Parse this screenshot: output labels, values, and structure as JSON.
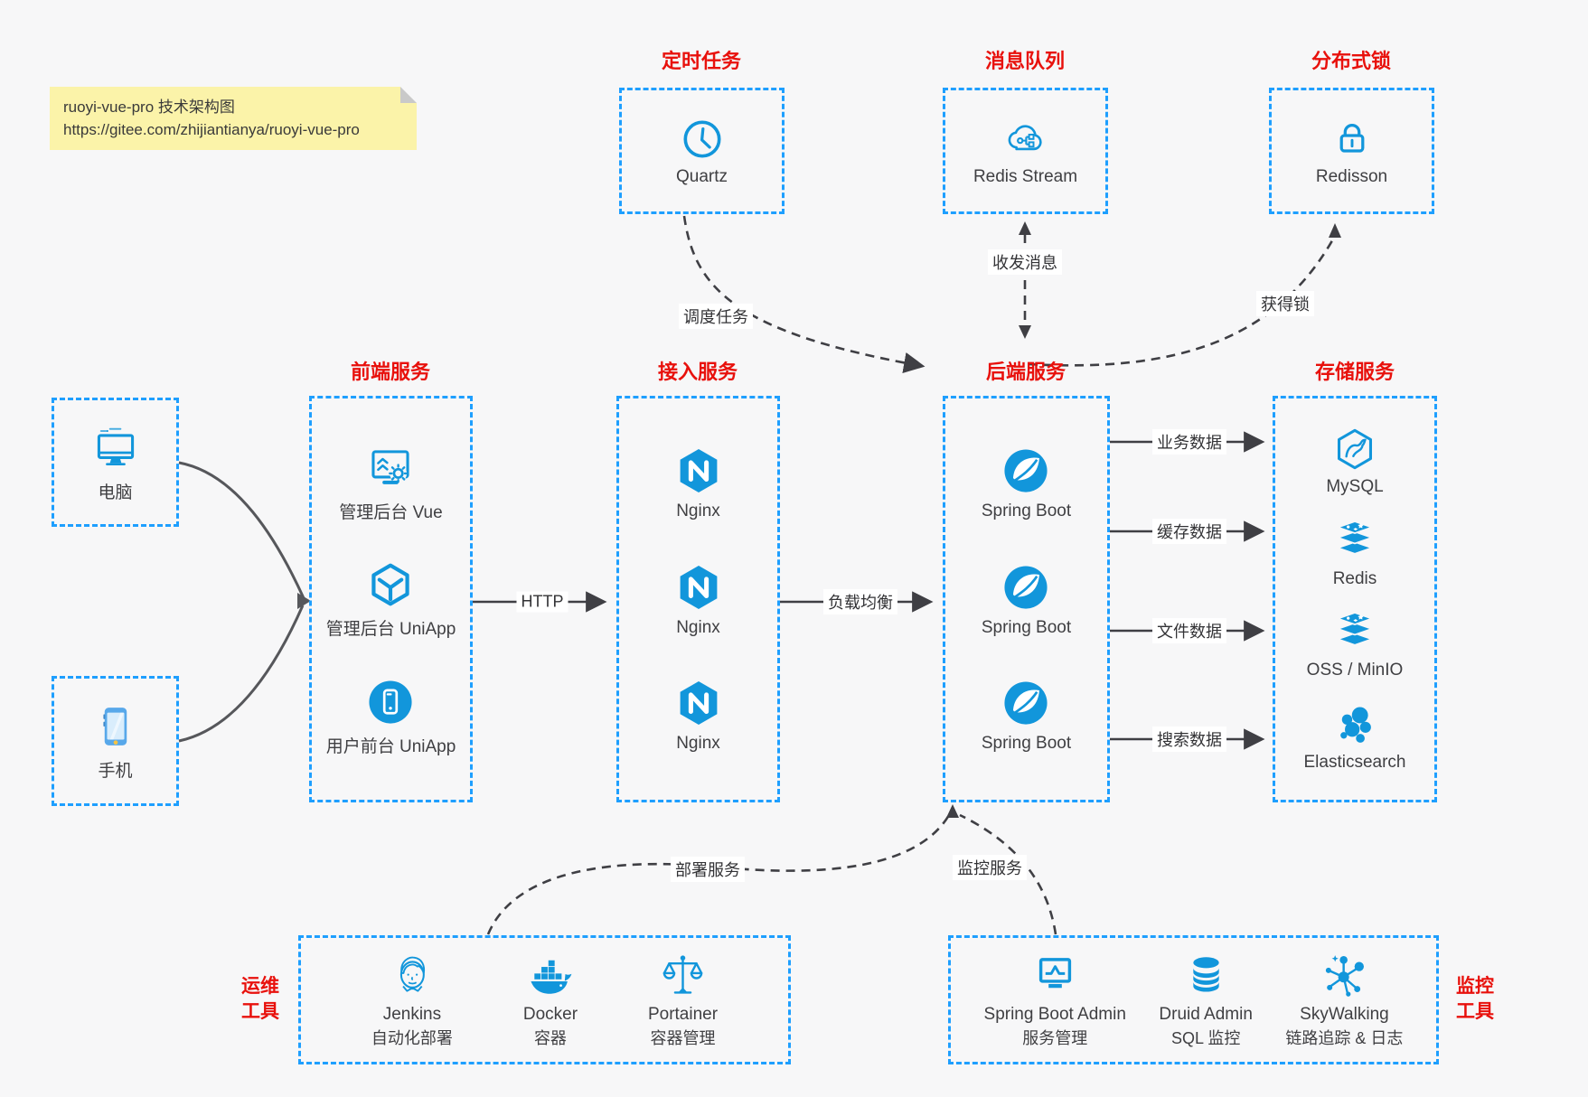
{
  "colors": {
    "background": "#f7f7f8",
    "box_border_blue": "#1e9fff",
    "icon_blue": "#1296db",
    "title_red": "#e8110c",
    "note_yellow": "#fbf3a9",
    "line_dark": "#3f3f44"
  },
  "note": {
    "line1": "ruoyi-vue-pro 技术架构图",
    "line2": "https://gitee.com/zhijiantianya/ruoyi-vue-pro"
  },
  "clients": {
    "computer": {
      "label": "电脑",
      "icon": "computer-icon"
    },
    "phone": {
      "label": "手机",
      "icon": "phone-icon"
    }
  },
  "groups": {
    "scheduler": {
      "title": "定时任务",
      "items": [
        {
          "label": "Quartz",
          "icon": "clock-icon"
        }
      ]
    },
    "mq": {
      "title": "消息队列",
      "items": [
        {
          "label": "Redis Stream",
          "icon": "cloud-stream-icon"
        }
      ]
    },
    "dlock": {
      "title": "分布式锁",
      "items": [
        {
          "label": "Redisson",
          "icon": "lock-icon"
        }
      ]
    },
    "frontend": {
      "title": "前端服务",
      "items": [
        {
          "label": "管理后台 Vue",
          "icon": "admin-vue-icon"
        },
        {
          "label": "管理后台 UniApp",
          "icon": "uniapp-cube-icon"
        },
        {
          "label": "用户前台 UniApp",
          "icon": "user-app-icon"
        }
      ]
    },
    "gateway": {
      "title": "接入服务",
      "items": [
        {
          "label": "Nginx",
          "icon": "nginx-icon"
        },
        {
          "label": "Nginx",
          "icon": "nginx-icon"
        },
        {
          "label": "Nginx",
          "icon": "nginx-icon"
        }
      ]
    },
    "backend": {
      "title": "后端服务",
      "items": [
        {
          "label": "Spring Boot",
          "icon": "spring-boot-icon"
        },
        {
          "label": "Spring Boot",
          "icon": "spring-boot-icon"
        },
        {
          "label": "Spring Boot",
          "icon": "spring-boot-icon"
        }
      ]
    },
    "storage": {
      "title": "存储服务",
      "items": [
        {
          "label": "MySQL",
          "icon": "mysql-icon"
        },
        {
          "label": "Redis",
          "icon": "redis-stack-icon"
        },
        {
          "label": "OSS / MinIO",
          "icon": "storage-stack-icon"
        },
        {
          "label": "Elasticsearch",
          "icon": "elasticsearch-icon"
        }
      ]
    },
    "devops": {
      "side_label": [
        "运维",
        "工具"
      ],
      "items": [
        {
          "name": "Jenkins",
          "desc": "自动化部署",
          "icon": "jenkins-icon"
        },
        {
          "name": "Docker",
          "desc": "容器",
          "icon": "docker-icon"
        },
        {
          "name": "Portainer",
          "desc": "容器管理",
          "icon": "portainer-icon"
        }
      ]
    },
    "monitoring": {
      "side_label": [
        "监控",
        "工具"
      ],
      "items": [
        {
          "name": "Spring Boot Admin",
          "desc": "服务管理",
          "icon": "sba-monitor-icon"
        },
        {
          "name": "Druid Admin",
          "desc": "SQL 监控",
          "icon": "druid-db-icon"
        },
        {
          "name": "SkyWalking",
          "desc": "链路追踪 & 日志",
          "icon": "skywalking-icon"
        }
      ]
    }
  },
  "edges": {
    "schedule": "调度任务",
    "message": "收发消息",
    "acquire_lock": "获得锁",
    "http": "HTTP",
    "load_balance": "负载均衡",
    "business_data": "业务数据",
    "cache_data": "缓存数据",
    "file_data": "文件数据",
    "search_data": "搜索数据",
    "deploy": "部署服务",
    "monitor": "监控服务"
  }
}
